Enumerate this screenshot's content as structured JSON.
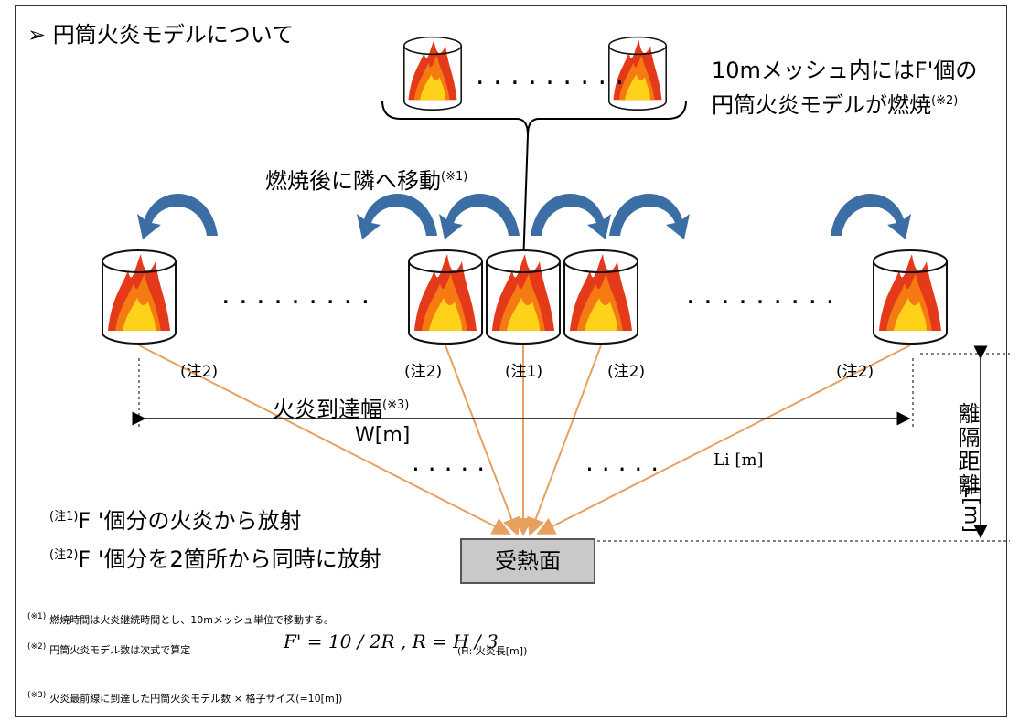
{
  "title": "➢ 円筒火炎モデルについて",
  "top_note": {
    "line1": "10mメッシュ内にはF'個の",
    "line2": "円筒火炎モデルが燃焼",
    "ref": "(※2)"
  },
  "move_label": {
    "text": "燃焼後に隣へ移動",
    "ref": "(※1)"
  },
  "cylinder_labels": [
    "(注2)",
    "(注2)",
    "(注1)",
    "(注2)",
    "(注2)"
  ],
  "reach_label": {
    "text": "火炎到達幅",
    "ref": "(※3)"
  },
  "width_label": "W[m]",
  "distance_label": "Li [m]",
  "separation_label": "離隔距離",
  "separation_unit": "L[m]",
  "receiver": "受熱面",
  "notes": [
    {
      "ref": "(注1)",
      "text": "F '個分の火炎から放射"
    },
    {
      "ref": "(注2)",
      "text": "F '個分を2箇所から同時に放射"
    }
  ],
  "footnotes": [
    {
      "ref": "(※1)",
      "text": "燃焼時間は火炎継続時間とし、10mメッシュ単位で移動する。"
    },
    {
      "ref": "(※2)",
      "text": "円筒火炎モデル数は次式で算定",
      "formula": "F' = 10 / 2R ,  R = H / 3",
      "suffix": "(H: 火炎長[m])"
    },
    {
      "ref": "(※3)",
      "text": "火炎最前線に到達した円筒火炎モデル数 × 格子サイズ(=10[m])"
    }
  ],
  "colors": {
    "arrow": "#e8a060",
    "curve": "#3a6ea5",
    "flame_outer": "#e53a1a",
    "flame_inner": "#ffd21a",
    "receiver_fill": "#c9c9c9"
  }
}
